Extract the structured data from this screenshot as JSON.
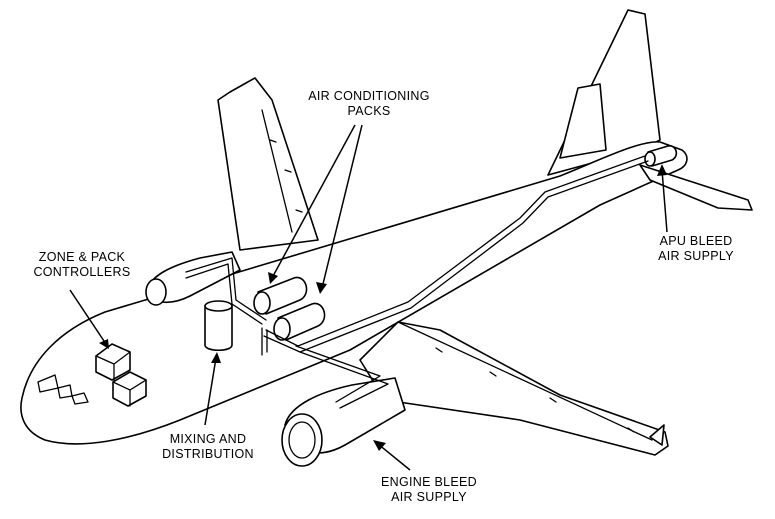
{
  "labels": {
    "ac_packs": [
      "AIR CONDITIONING",
      "PACKS"
    ],
    "zone_controllers": [
      "ZONE & PACK",
      "CONTROLLERS"
    ],
    "apu_bleed": [
      "APU BLEED",
      "AIR SUPPLY"
    ],
    "mixing": [
      "MIXING AND",
      "DISTRIBUTION"
    ],
    "engine_bleed": [
      "ENGINE BLEED",
      "AIR SUPPLY"
    ]
  }
}
